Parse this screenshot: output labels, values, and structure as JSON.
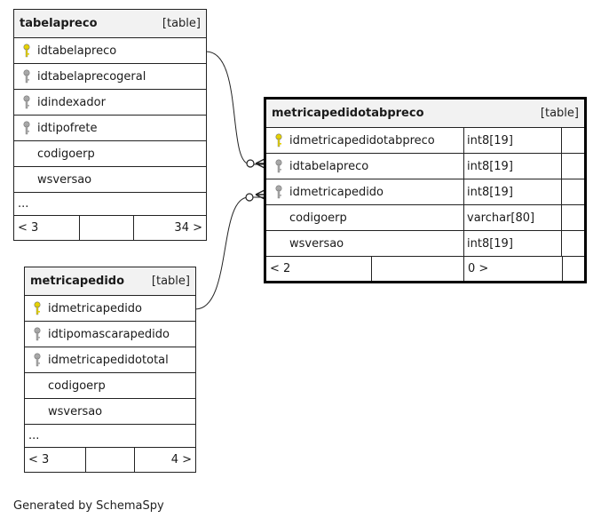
{
  "tables": {
    "tabelapreco": {
      "name": "tabelapreco",
      "kind": "[table]",
      "columns": [
        {
          "name": "idtabelapreco",
          "key": "primary-key-icon"
        },
        {
          "name": "idtabelaprecogeral",
          "key": "foreign-key-icon"
        },
        {
          "name": "idindexador",
          "key": "foreign-key-icon"
        },
        {
          "name": "idtipofrete",
          "key": "foreign-key-icon"
        },
        {
          "name": "codigoerp",
          "key": ""
        },
        {
          "name": "wsversao",
          "key": ""
        }
      ],
      "more": "...",
      "footer": {
        "left": "< 3",
        "right": "34 >"
      }
    },
    "metricapedido": {
      "name": "metricapedido",
      "kind": "[table]",
      "columns": [
        {
          "name": "idmetricapedido",
          "key": "primary-key-icon"
        },
        {
          "name": "idtipomascarapedido",
          "key": "foreign-key-icon"
        },
        {
          "name": "idmetricapedidototal",
          "key": "foreign-key-icon"
        },
        {
          "name": "codigoerp",
          "key": ""
        },
        {
          "name": "wsversao",
          "key": ""
        }
      ],
      "more": "...",
      "footer": {
        "left": "< 3",
        "right": "4 >"
      }
    },
    "metricapedidotabpreco": {
      "name": "metricapedidotabpreco",
      "kind": "[table]",
      "columns": [
        {
          "name": "idmetricapedidotabpreco",
          "type": "int8[19]",
          "key": "primary-key-icon"
        },
        {
          "name": "idtabelapreco",
          "type": "int8[19]",
          "key": "foreign-key-icon"
        },
        {
          "name": "idmetricapedido",
          "type": "int8[19]",
          "key": "foreign-key-icon"
        },
        {
          "name": "codigoerp",
          "type": "varchar[80]",
          "key": ""
        },
        {
          "name": "wsversao",
          "type": "int8[19]",
          "key": ""
        }
      ],
      "footer": {
        "left": "< 2",
        "right": "0 >"
      }
    }
  },
  "colors": {
    "primary_key": "#e6d200",
    "foreign_key": "#a8a8a8",
    "header_bg": "#f2f2f2"
  },
  "credit": "Generated by SchemaSpy"
}
